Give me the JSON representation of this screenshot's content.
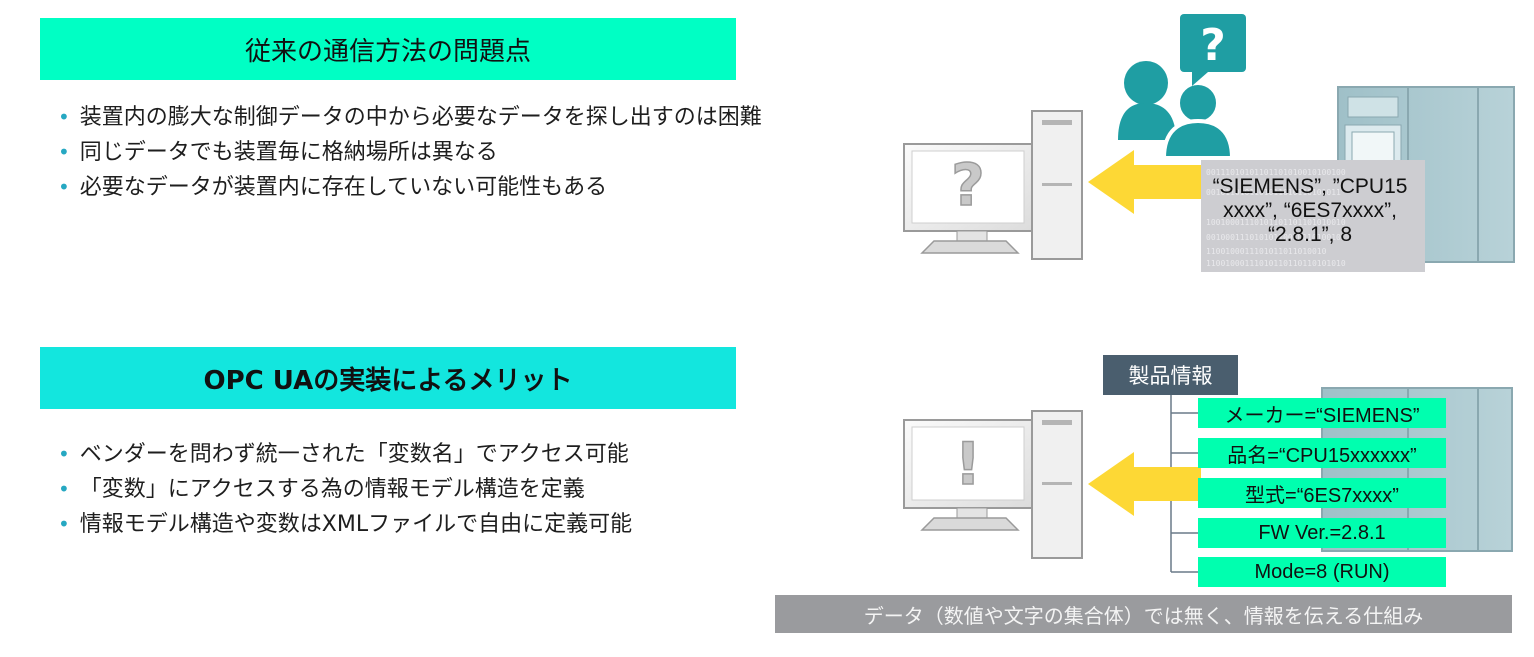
{
  "section1": {
    "title": "従来の通信方法の問題点",
    "bullets": [
      "装置内の膨大な制御データの中から必要なデータを探し出すのは困難",
      "同じデータでも装置毎に格納場所は異なる",
      "必要なデータが装置内に存在していない可能性もある"
    ],
    "bullet_symbol": "•",
    "monitor_symbol": "?",
    "bubble_symbol": "?",
    "raw_data_lines": [
      "“SIEMENS”, ”CPU15",
      "xxxx”, “6ES7xxxx”,",
      "“2.8.1”, 8"
    ],
    "binary_lines": [
      "00111010101101101010010100100",
      "0010110101101011010110101011",
      "10010001110101101101101010010",
      "00100011101010110010110100101",
      "1100100011101011011010010",
      "11001000111010110110110101010"
    ]
  },
  "section2": {
    "title": "OPC UAの実装によるメリット",
    "bullets": [
      "ベンダーを問わず統一された「変数名」でアクセス可能",
      "「変数」にアクセスする為の情報モデル構造を定義",
      "情報モデル構造や変数はXMLファイルで自由に定義可能"
    ],
    "monitor_symbol": "!",
    "info_header": "製品情報",
    "info_items": [
      "メーカー=“SIEMENS”",
      "品名=“CPU15xxxxxx”",
      "型式=“6ES7xxxx”",
      "FW Ver.=2.8.1",
      "Mode=8 (RUN)"
    ],
    "footer": "データ（数値や文字の集合体）では無く、情報を伝える仕組み"
  },
  "colors": {
    "banner1": "#00ffc4",
    "banner2": "#13e6de",
    "bullet": "#26a8c2",
    "arrow": "#fdd835",
    "person": "#1f9ea3",
    "info_box": "#00ffaf",
    "info_header": "#4a5e6e",
    "footer": "#9a9b9e"
  }
}
